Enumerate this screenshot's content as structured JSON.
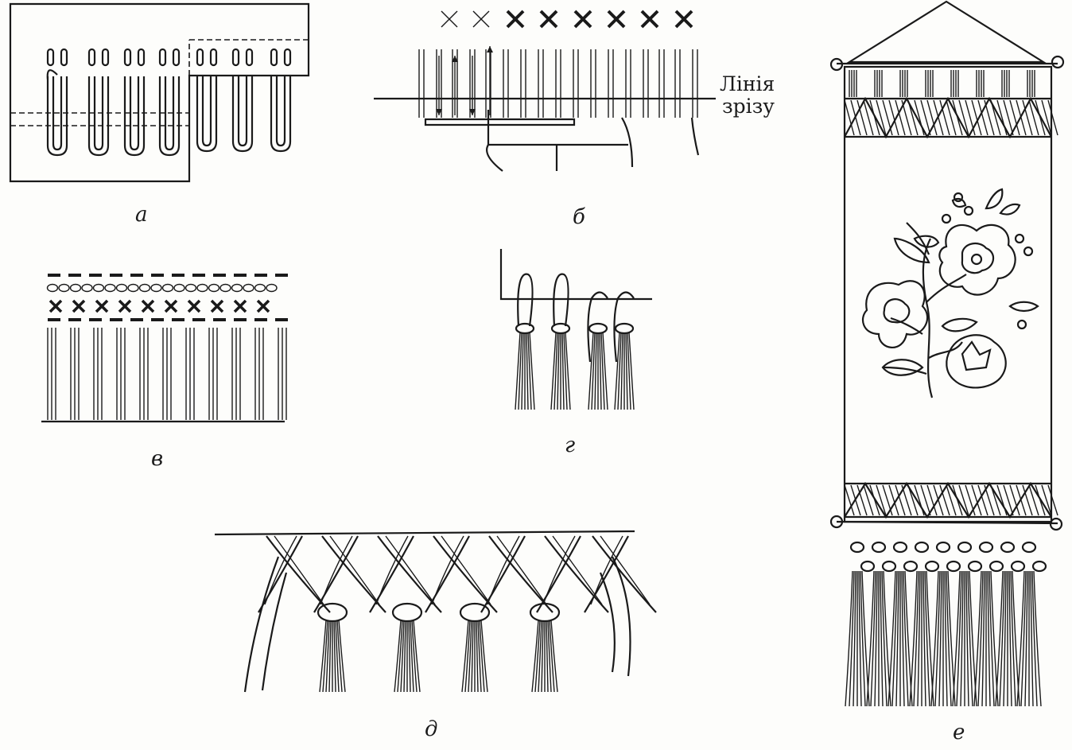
{
  "labels": {
    "a": "а",
    "b": "б",
    "v": "в",
    "g": "г",
    "d": "д",
    "e": "е"
  },
  "cut_line": {
    "line1": "Лінія",
    "line2": "зрізу"
  },
  "colors": {
    "ink": "#1a1a1a",
    "paper": "#fdfdfb"
  }
}
